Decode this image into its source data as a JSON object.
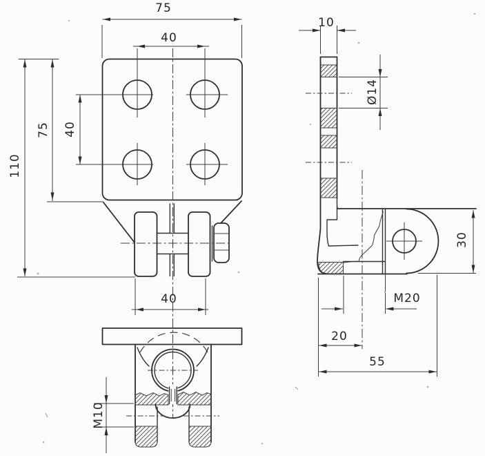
{
  "dims": {
    "front_overall_width": "75",
    "front_hole_spacing_horizontal": "40",
    "front_overall_height": "110",
    "front_plate_height": "75",
    "front_hole_spacing_vertical": "40",
    "front_clamp_width": "40",
    "bottom_thread": "M10",
    "side_plate_thickness": "10",
    "side_hole_diameter": "Ø14",
    "side_boss_height": "30",
    "side_bolt_thread": "M20",
    "side_axis_offset": "20",
    "side_base_depth": "55"
  }
}
